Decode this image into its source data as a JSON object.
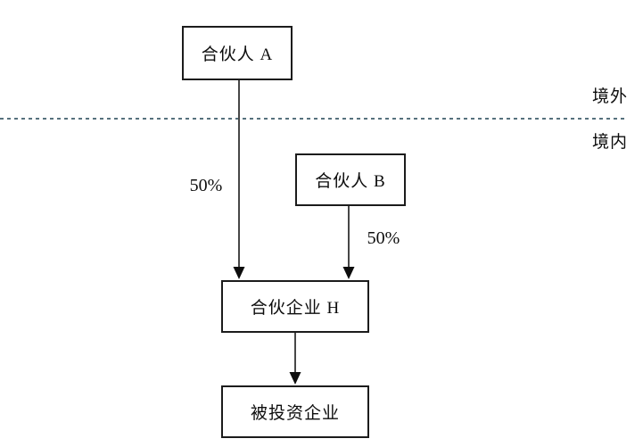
{
  "diagram": {
    "title_hint": "partnership-investment-structure",
    "nodes": {
      "partner_a": {
        "label": "合伙人 A"
      },
      "partner_b": {
        "label": "合伙人 B"
      },
      "partnership_h": {
        "label": "合伙企业 H"
      },
      "invested": {
        "label": "被投资企业"
      }
    },
    "edges": {
      "a_to_h": {
        "label": "50%"
      },
      "b_to_h": {
        "label": "50%"
      }
    },
    "regions": {
      "outside": {
        "label": "境外"
      },
      "inside": {
        "label": "境内"
      }
    },
    "colors": {
      "background": "#ffffff",
      "box_border": "#1c1c1c",
      "text": "#0d0d0d",
      "connector_line": "#474747",
      "arrowhead": "#0d0d0d",
      "divider_dash": "#3f5d6b"
    }
  }
}
